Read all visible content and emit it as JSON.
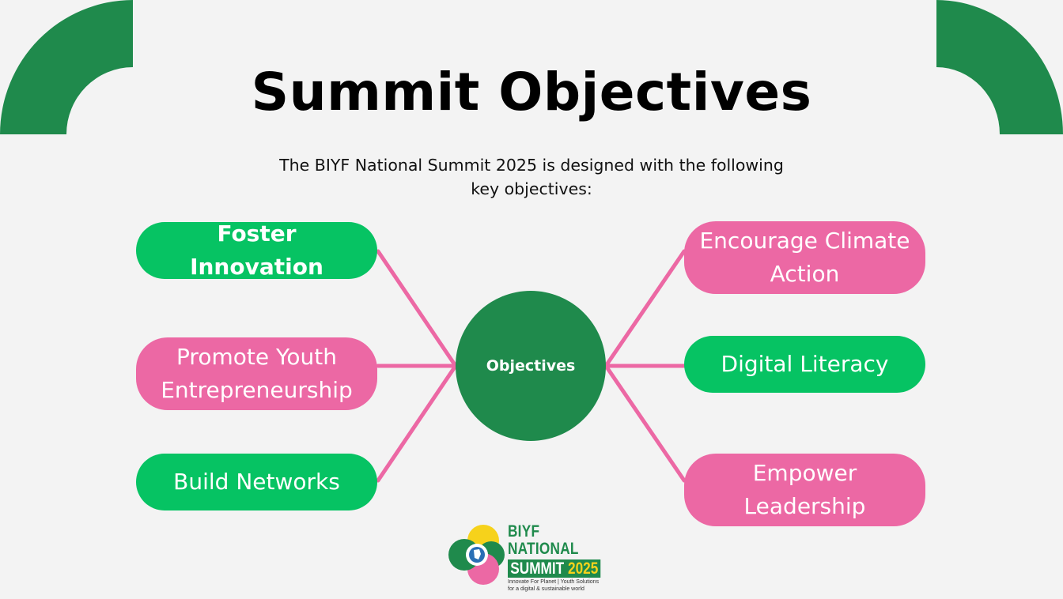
{
  "title": "Summit Objectives",
  "subtitle": {
    "line1": "The BIYF National Summit 2025 is designed with the following",
    "line2": "key objectives:"
  },
  "hub": "Objectives",
  "left_items": [
    {
      "lines": [
        "Foster Innovation"
      ],
      "color": "green"
    },
    {
      "lines": [
        "Promote Youth",
        "Entrepreneurship"
      ],
      "color": "pink"
    },
    {
      "lines": [
        "Build Networks"
      ],
      "color": "green"
    }
  ],
  "right_items": [
    {
      "lines": [
        "Encourage Climate",
        "Action"
      ],
      "color": "pink"
    },
    {
      "lines": [
        "Digital Literacy"
      ],
      "color": "green"
    },
    {
      "lines": [
        "Empower",
        "Leadership"
      ],
      "color": "pink"
    }
  ],
  "logo": {
    "line1": "BIYF",
    "line2": "NATIONAL",
    "summit": "SUMMIT",
    "year": "2025",
    "tagline1": "Innovate For Planet | Youth Solutions",
    "tagline2": "for a digital & sustainable world"
  },
  "colors": {
    "green": "#06c363",
    "dark_green": "#1f8a4c",
    "pink": "#ec68a4",
    "background": "#f3f3f3"
  }
}
